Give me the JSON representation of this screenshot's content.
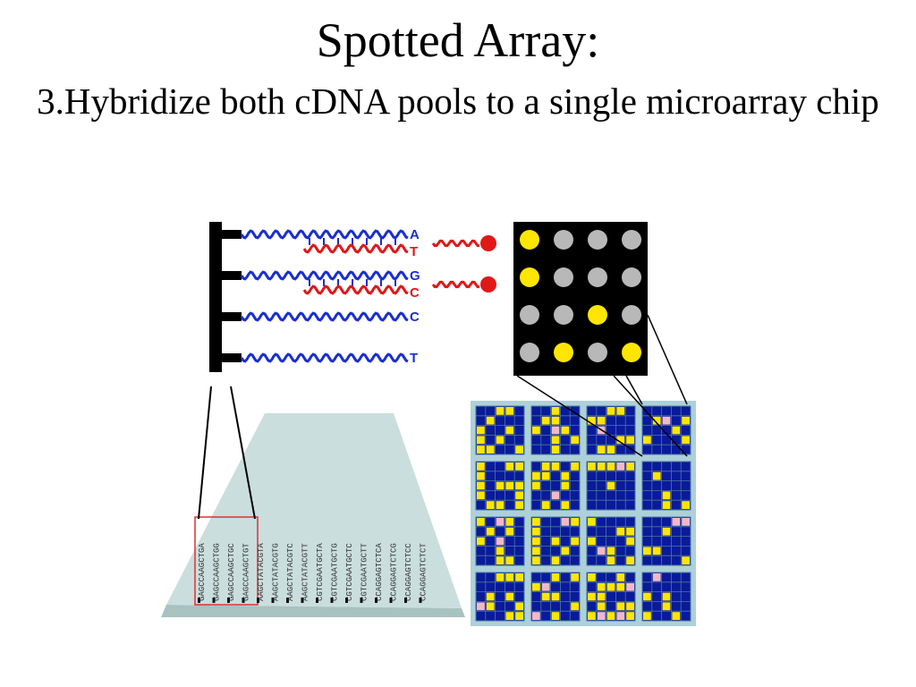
{
  "slide": {
    "title": "Spotted Array:",
    "subtitle": "3.Hybridize both cDNA pools to a single microarray chip"
  },
  "colors": {
    "probe_strand": "#1a2fd0",
    "target_strand": "#e01818",
    "spot_hybridized": "#ffe600",
    "spot_unhybridized": "#b8b8b8",
    "chip_background": "#000000",
    "subgrid_background": "#0a1a9a",
    "subgrid_pink": "#f2b8c8",
    "slide_surface": "#c9dedd"
  },
  "probe_panel": {
    "strands": [
      {
        "end_base": "A",
        "paired_base": "T",
        "hybridized": true
      },
      {
        "end_base": "G",
        "paired_base": "C",
        "hybridized": true
      },
      {
        "end_base": "C",
        "paired_base": "",
        "hybridized": false
      },
      {
        "end_base": "T",
        "paired_base": "",
        "hybridized": false
      }
    ]
  },
  "zoom_chip": {
    "rows": 4,
    "cols": 4,
    "hybridized": [
      [
        1,
        0,
        0,
        0
      ],
      [
        1,
        0,
        0,
        0
      ],
      [
        0,
        0,
        1,
        0
      ],
      [
        0,
        1,
        0,
        1
      ]
    ]
  },
  "array_grid": {
    "rows": 4,
    "cols": 4,
    "cell_rows": 5,
    "cell_cols": 5
  },
  "slide_sequences": [
    "GAGCCAAGCTGA",
    "GAGCCAAGCTGG",
    "GAGCCAAGCTGC",
    "GAGCCAAGCTGT",
    "AAGCTATACGTA",
    "AAGCTATACGTG",
    "AAGCTATACGTC",
    "AAGCTATACGTT",
    "CGTCGAATGCTA",
    "CGTCGAATGCTG",
    "CGTCGAATGCTC",
    "CGTCGAATGCTT",
    "CCAGGAGTCTCA",
    "CCAGGAGTCTCG",
    "CCAGGAGTCTCC",
    "CCAGGAGTCTCT"
  ]
}
